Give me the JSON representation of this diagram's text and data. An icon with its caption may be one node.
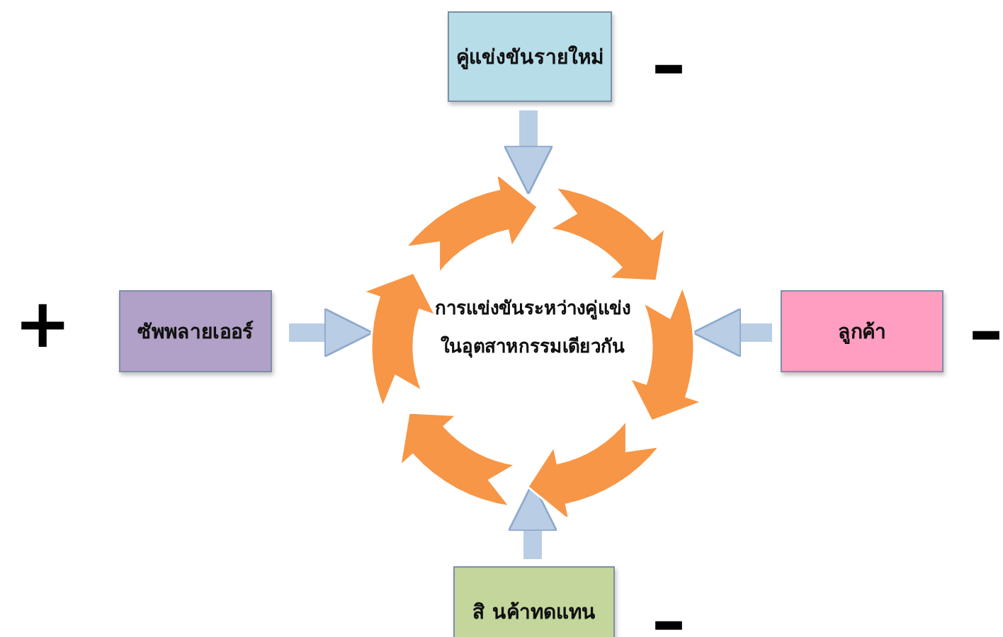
{
  "diagram": {
    "nodes": [
      {
        "text": [
          "คู่แข่งขันรายใหม่"
        ]
      },
      {
        "text": [
          "ซัพพลายเออร์"
        ]
      },
      {
        "text": [
          "การแข่งขันระหว่างคู่แข่งในอุตสาหกรรมเดียวกัน"
        ]
      },
      {
        "text": [
          "ลูกค้า"
        ]
      },
      {
        "text": [
          "สิ นค้าทดแทน"
        ]
      }
    ],
    "edges": [
      {
        "from": 0,
        "to": 2,
        "arrow": "to"
      },
      {
        "from": 1,
        "to": 2,
        "arrow": "to"
      },
      {
        "from": 3,
        "to": 2,
        "arrow": "to"
      },
      {
        "from": 4,
        "to": 2,
        "arrow": "to"
      }
    ],
    "labels": [
      "–",
      "+",
      "–",
      "–"
    ]
  }
}
